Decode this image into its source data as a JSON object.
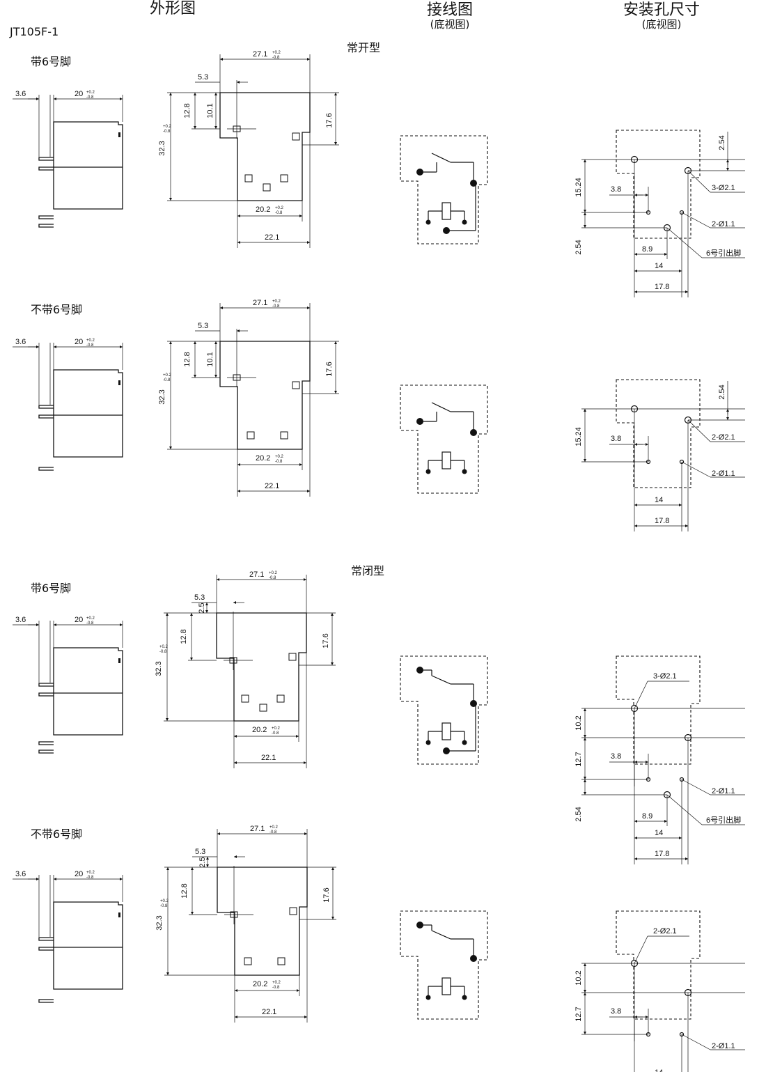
{
  "headers": {
    "outline": "外形图",
    "wiring": "接线图",
    "wiring_sub": "(底视图)",
    "mounting": "安装孔尺寸",
    "mounting_sub": "(底视图)"
  },
  "model": "JT105F-1",
  "types": {
    "no": "常开型",
    "nc": "常闭型"
  },
  "variants": {
    "with_pin6": "带6号脚",
    "without_pin6": "不带6号脚"
  },
  "dimensions": {
    "pin_offset": "3.6",
    "side_width": "20",
    "side_tol_upper": "+0.2",
    "side_tol_lower": "-0.8",
    "top_width": "27.1",
    "top_tol_upper": "+0.2",
    "top_tol_lower": "-0.8",
    "offset_53": "5.3",
    "h_101": "10.1",
    "h_25": "2.5",
    "h_128": "12.8",
    "height": "32.3",
    "height_tol_upper": "+0.2",
    "height_tol_lower": "-0.8",
    "h_176": "17.6",
    "bottom_width": "20.2",
    "bottom_tol_upper": "+0.2",
    "bottom_tol_lower": "-0.8",
    "total_width": "22.1"
  },
  "holes": {
    "d254": "2.54",
    "d1524": "15.24",
    "d38": "3.8",
    "d89": "8.9",
    "d14": "14",
    "d178": "17.8",
    "d102": "10.2",
    "d127": "12.7",
    "large_3": "3-Ø2.1",
    "large_2": "2-Ø2.1",
    "small_2": "2-Ø1.1",
    "pin6_label": "6号引出脚"
  }
}
